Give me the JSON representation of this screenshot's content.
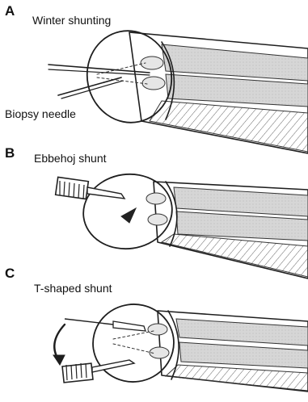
{
  "panels": [
    {
      "letter": "A",
      "caption": "Winter shunting",
      "extra_label": "Biopsy needle"
    },
    {
      "letter": "B",
      "caption": "Ebbehoj shunt"
    },
    {
      "letter": "C",
      "caption": "T-shaped shunt"
    }
  ],
  "colors": {
    "ink": "#1e1e1e",
    "shade": "#cfcfcf",
    "shade_light": "#e2e2e2",
    "background": "#ffffff"
  }
}
